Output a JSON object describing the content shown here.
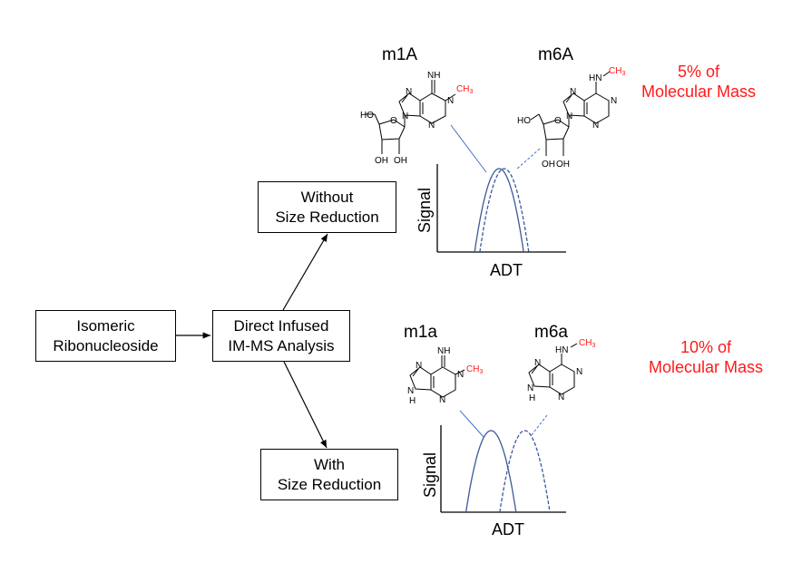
{
  "flow": {
    "start_box": {
      "line1": "Isomeric",
      "line2": "Ribonucleoside"
    },
    "analysis_box": {
      "line1": "Direct Infused",
      "line2": "IM-MS Analysis"
    },
    "without_box": {
      "line1": "Without",
      "line2": "Size Reduction"
    },
    "with_box": {
      "line1": "With",
      "line2": "Size Reduction"
    }
  },
  "top_panel": {
    "mol_left_name": "m1A",
    "mol_right_name": "m6A",
    "mass_note_line1": "5% of",
    "mass_note_line2": "Molecular Mass",
    "xlabel": "ADT",
    "ylabel": "Signal"
  },
  "bottom_panel": {
    "mol_left_name": "m1a",
    "mol_right_name": "m6a",
    "mass_note_line1": "10% of",
    "mass_note_line2": "Molecular Mass",
    "xlabel": "ADT",
    "ylabel": "Signal"
  },
  "atoms": {
    "NH": "NH",
    "N": "N",
    "CH3": "CH3",
    "HO": "HO",
    "OH": "OH",
    "O": "O",
    "HN": "HN",
    "H": "H"
  },
  "colors": {
    "accent_red": "#ff1a1a",
    "peak_blue": "#3a5a9a",
    "connector_blue": "#4472c4"
  },
  "chart_data": [
    {
      "type": "line",
      "title": "Without Size Reduction",
      "xlabel": "ADT",
      "ylabel": "Signal",
      "series": [
        {
          "name": "m1A",
          "style": "solid",
          "peak_x": 0.48,
          "width": 0.38
        },
        {
          "name": "m6A",
          "style": "dashed",
          "peak_x": 0.52,
          "width": 0.38
        }
      ],
      "note": "peaks overlap (unresolved)"
    },
    {
      "type": "line",
      "title": "With Size Reduction",
      "xlabel": "ADT",
      "ylabel": "Signal",
      "series": [
        {
          "name": "m1a",
          "style": "solid",
          "peak_x": 0.4,
          "width": 0.4
        },
        {
          "name": "m6a",
          "style": "dashed",
          "peak_x": 0.67,
          "width": 0.4
        }
      ],
      "note": "peaks partially resolved"
    }
  ]
}
